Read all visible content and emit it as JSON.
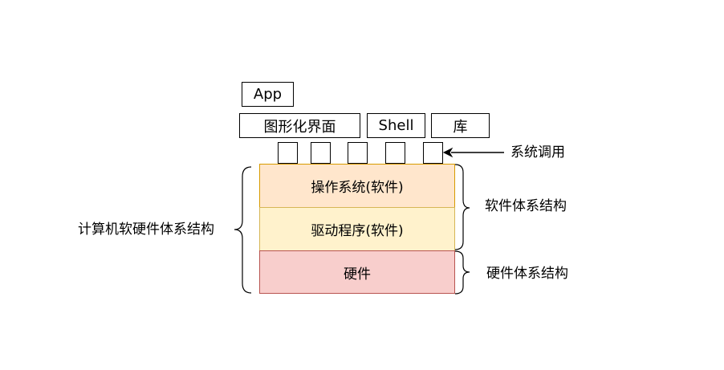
{
  "top_boxes": {
    "app": "App",
    "gui": "图形化界面",
    "shell": "Shell",
    "lib": "库"
  },
  "layers": {
    "os": "操作系统(软件)",
    "driver": "驱动程序(软件)",
    "hardware": "硬件"
  },
  "annotations": {
    "syscall": "系统调用",
    "software_arch": "软件体系结构",
    "hardware_arch": "硬件体系结构",
    "overall_arch": "计算机软硬件体系结构"
  },
  "colors": {
    "os_fill": "#ffe6cc",
    "driver_fill": "#fff2cc",
    "hardware_fill": "#f8cecc"
  },
  "syscall_port_count": 5
}
